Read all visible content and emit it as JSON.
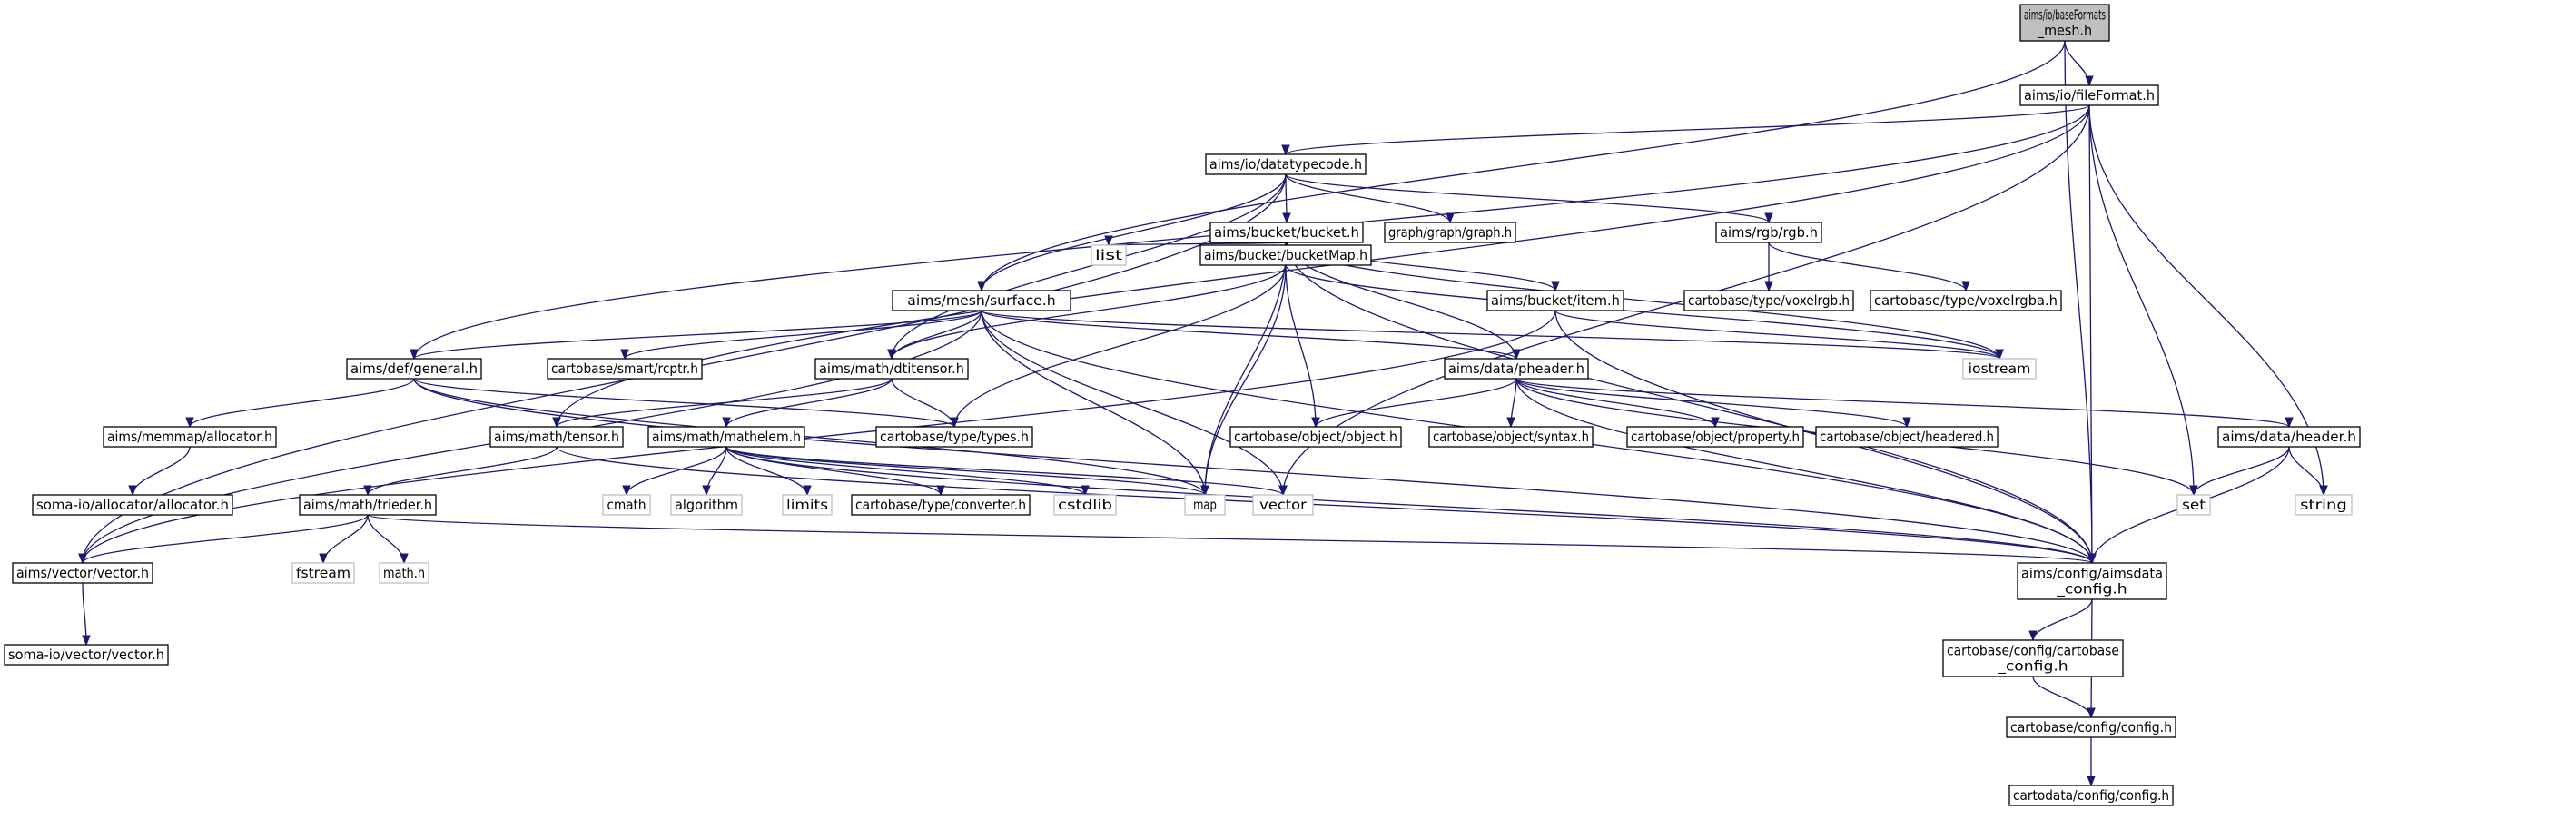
{
  "colors": {
    "edge": "#191970",
    "root_fill": "#bfbfbf",
    "node_border": "#000000",
    "system_border": "#bfbfbf"
  },
  "nodes": [
    {
      "id": "root",
      "label": [
        "aims/io/baseFormats",
        "_mesh.h"
      ],
      "kind": "root"
    },
    {
      "id": "fileFormat",
      "label": [
        "aims/io/fileFormat.h"
      ],
      "kind": "normal"
    },
    {
      "id": "datatypecode",
      "label": [
        "aims/io/datatypecode.h"
      ],
      "kind": "normal"
    },
    {
      "id": "bucket",
      "label": [
        "aims/bucket/bucket.h"
      ],
      "kind": "normal"
    },
    {
      "id": "graph",
      "label": [
        "graph/graph/graph.h"
      ],
      "kind": "normal"
    },
    {
      "id": "rgb",
      "label": [
        "aims/rgb/rgb.h"
      ],
      "kind": "normal"
    },
    {
      "id": "voxelrgb",
      "label": [
        "cartobase/type/voxelrgb.h"
      ],
      "kind": "normal"
    },
    {
      "id": "voxelrgba",
      "label": [
        "cartobase/type/voxelrgba.h"
      ],
      "kind": "normal"
    },
    {
      "id": "list",
      "label": [
        "list"
      ],
      "kind": "system"
    },
    {
      "id": "bucketMap",
      "label": [
        "aims/bucket/bucketMap.h"
      ],
      "kind": "normal"
    },
    {
      "id": "item",
      "label": [
        "aims/bucket/item.h"
      ],
      "kind": "normal"
    },
    {
      "id": "surface",
      "label": [
        "aims/mesh/surface.h"
      ],
      "kind": "normal"
    },
    {
      "id": "general",
      "label": [
        "aims/def/general.h"
      ],
      "kind": "normal"
    },
    {
      "id": "rcptr",
      "label": [
        "cartobase/smart/rcptr.h"
      ],
      "kind": "normal"
    },
    {
      "id": "dtitensor",
      "label": [
        "aims/math/dtitensor.h"
      ],
      "kind": "normal"
    },
    {
      "id": "pheader",
      "label": [
        "aims/data/pheader.h"
      ],
      "kind": "normal"
    },
    {
      "id": "iostream",
      "label": [
        "iostream"
      ],
      "kind": "system"
    },
    {
      "id": "allocator",
      "label": [
        "aims/memmap/allocator.h"
      ],
      "kind": "normal"
    },
    {
      "id": "types",
      "label": [
        "cartobase/type/types.h"
      ],
      "kind": "normal"
    },
    {
      "id": "tensor",
      "label": [
        "aims/math/tensor.h"
      ],
      "kind": "normal"
    },
    {
      "id": "mathelem",
      "label": [
        "aims/math/mathelem.h"
      ],
      "kind": "normal"
    },
    {
      "id": "object",
      "label": [
        "cartobase/object/object.h"
      ],
      "kind": "normal"
    },
    {
      "id": "syntax",
      "label": [
        "cartobase/object/syntax.h"
      ],
      "kind": "normal"
    },
    {
      "id": "property",
      "label": [
        "cartobase/object/property.h"
      ],
      "kind": "normal"
    },
    {
      "id": "headered",
      "label": [
        "cartobase/object/headered.h"
      ],
      "kind": "normal"
    },
    {
      "id": "header",
      "label": [
        "aims/data/header.h"
      ],
      "kind": "normal"
    },
    {
      "id": "somaalloc",
      "label": [
        "soma-io/allocator/allocator.h"
      ],
      "kind": "normal"
    },
    {
      "id": "trieder",
      "label": [
        "aims/math/trieder.h"
      ],
      "kind": "normal"
    },
    {
      "id": "cmath",
      "label": [
        "cmath"
      ],
      "kind": "system"
    },
    {
      "id": "algorithm",
      "label": [
        "algorithm"
      ],
      "kind": "system"
    },
    {
      "id": "limits",
      "label": [
        "limits"
      ],
      "kind": "system"
    },
    {
      "id": "converter",
      "label": [
        "cartobase/type/converter.h"
      ],
      "kind": "normal"
    },
    {
      "id": "cstdlib",
      "label": [
        "cstdlib"
      ],
      "kind": "system"
    },
    {
      "id": "map",
      "label": [
        "map"
      ],
      "kind": "system"
    },
    {
      "id": "vector",
      "label": [
        "vector"
      ],
      "kind": "system"
    },
    {
      "id": "set",
      "label": [
        "set"
      ],
      "kind": "system"
    },
    {
      "id": "string",
      "label": [
        "string"
      ],
      "kind": "system"
    },
    {
      "id": "fstream",
      "label": [
        "fstream"
      ],
      "kind": "system"
    },
    {
      "id": "mathh",
      "label": [
        "math.h"
      ],
      "kind": "system"
    },
    {
      "id": "vectorh",
      "label": [
        "aims/vector/vector.h"
      ],
      "kind": "normal"
    },
    {
      "id": "aimsdata_config",
      "label": [
        "aims/config/aimsdata",
        "_config.h"
      ],
      "kind": "normal"
    },
    {
      "id": "somavector",
      "label": [
        "soma-io/vector/vector.h"
      ],
      "kind": "normal"
    },
    {
      "id": "cartobase_config",
      "label": [
        "cartobase/config/cartobase",
        "_config.h"
      ],
      "kind": "normal"
    },
    {
      "id": "cbconfig",
      "label": [
        "cartobase/config/config.h"
      ],
      "kind": "normal"
    },
    {
      "id": "cdconfig",
      "label": [
        "cartodata/config/config.h"
      ],
      "kind": "normal"
    }
  ],
  "edges": [
    [
      "root",
      "fileFormat"
    ],
    [
      "root",
      "surface"
    ],
    [
      "root",
      "aimsdata_config"
    ],
    [
      "fileFormat",
      "datatypecode"
    ],
    [
      "fileFormat",
      "general"
    ],
    [
      "fileFormat",
      "tensor"
    ],
    [
      "fileFormat",
      "set"
    ],
    [
      "fileFormat",
      "vector"
    ],
    [
      "fileFormat",
      "string"
    ],
    [
      "fileFormat",
      "aimsdata_config"
    ],
    [
      "datatypecode",
      "bucket"
    ],
    [
      "datatypecode",
      "graph"
    ],
    [
      "datatypecode",
      "rgb"
    ],
    [
      "datatypecode",
      "surface"
    ],
    [
      "datatypecode",
      "dtitensor"
    ],
    [
      "datatypecode",
      "vectorh"
    ],
    [
      "rgb",
      "voxelrgb"
    ],
    [
      "rgb",
      "voxelrgba"
    ],
    [
      "bucket",
      "list"
    ],
    [
      "bucket",
      "bucketMap"
    ],
    [
      "bucket",
      "item"
    ],
    [
      "bucket",
      "pheader"
    ],
    [
      "bucket",
      "map"
    ],
    [
      "bucket",
      "iostream"
    ],
    [
      "bucket",
      "aimsdata_config"
    ],
    [
      "bucketMap",
      "bucket"
    ],
    [
      "bucketMap",
      "dtitensor"
    ],
    [
      "bucketMap",
      "object"
    ],
    [
      "bucketMap",
      "map"
    ],
    [
      "bucketMap",
      "iostream"
    ],
    [
      "bucketMap",
      "types"
    ],
    [
      "item",
      "iostream"
    ],
    [
      "item",
      "vectorh"
    ],
    [
      "item",
      "aimsdata_config"
    ],
    [
      "surface",
      "general"
    ],
    [
      "surface",
      "rcptr"
    ],
    [
      "surface",
      "dtitensor"
    ],
    [
      "surface",
      "pheader"
    ],
    [
      "surface",
      "map"
    ],
    [
      "surface",
      "vector"
    ],
    [
      "surface",
      "iostream"
    ],
    [
      "surface",
      "vectorh"
    ],
    [
      "surface",
      "aimsdata_config"
    ],
    [
      "general",
      "allocator"
    ],
    [
      "general",
      "types"
    ],
    [
      "general",
      "map"
    ],
    [
      "general",
      "aimsdata_config"
    ],
    [
      "allocator",
      "somaalloc"
    ],
    [
      "dtitensor",
      "types"
    ],
    [
      "dtitensor",
      "tensor"
    ],
    [
      "dtitensor",
      "mathelem"
    ],
    [
      "tensor",
      "trieder"
    ],
    [
      "tensor",
      "aimsdata_config"
    ],
    [
      "mathelem",
      "cmath"
    ],
    [
      "mathelem",
      "algorithm"
    ],
    [
      "mathelem",
      "limits"
    ],
    [
      "mathelem",
      "converter"
    ],
    [
      "mathelem",
      "cstdlib"
    ],
    [
      "mathelem",
      "map"
    ],
    [
      "mathelem",
      "vector"
    ],
    [
      "mathelem",
      "aimsdata_config"
    ],
    [
      "pheader",
      "object"
    ],
    [
      "pheader",
      "syntax"
    ],
    [
      "pheader",
      "property"
    ],
    [
      "pheader",
      "headered"
    ],
    [
      "pheader",
      "header"
    ],
    [
      "pheader",
      "set"
    ],
    [
      "pheader",
      "aimsdata_config"
    ],
    [
      "header",
      "set"
    ],
    [
      "header",
      "string"
    ],
    [
      "header",
      "aimsdata_config"
    ],
    [
      "trieder",
      "fstream"
    ],
    [
      "trieder",
      "mathh"
    ],
    [
      "trieder",
      "vectorh"
    ],
    [
      "trieder",
      "aimsdata_config"
    ],
    [
      "vectorh",
      "somavector"
    ],
    [
      "aimsdata_config",
      "cartobase_config"
    ],
    [
      "aimsdata_config",
      "cbconfig"
    ],
    [
      "cartobase_config",
      "cbconfig"
    ],
    [
      "cbconfig",
      "cdconfig"
    ]
  ]
}
